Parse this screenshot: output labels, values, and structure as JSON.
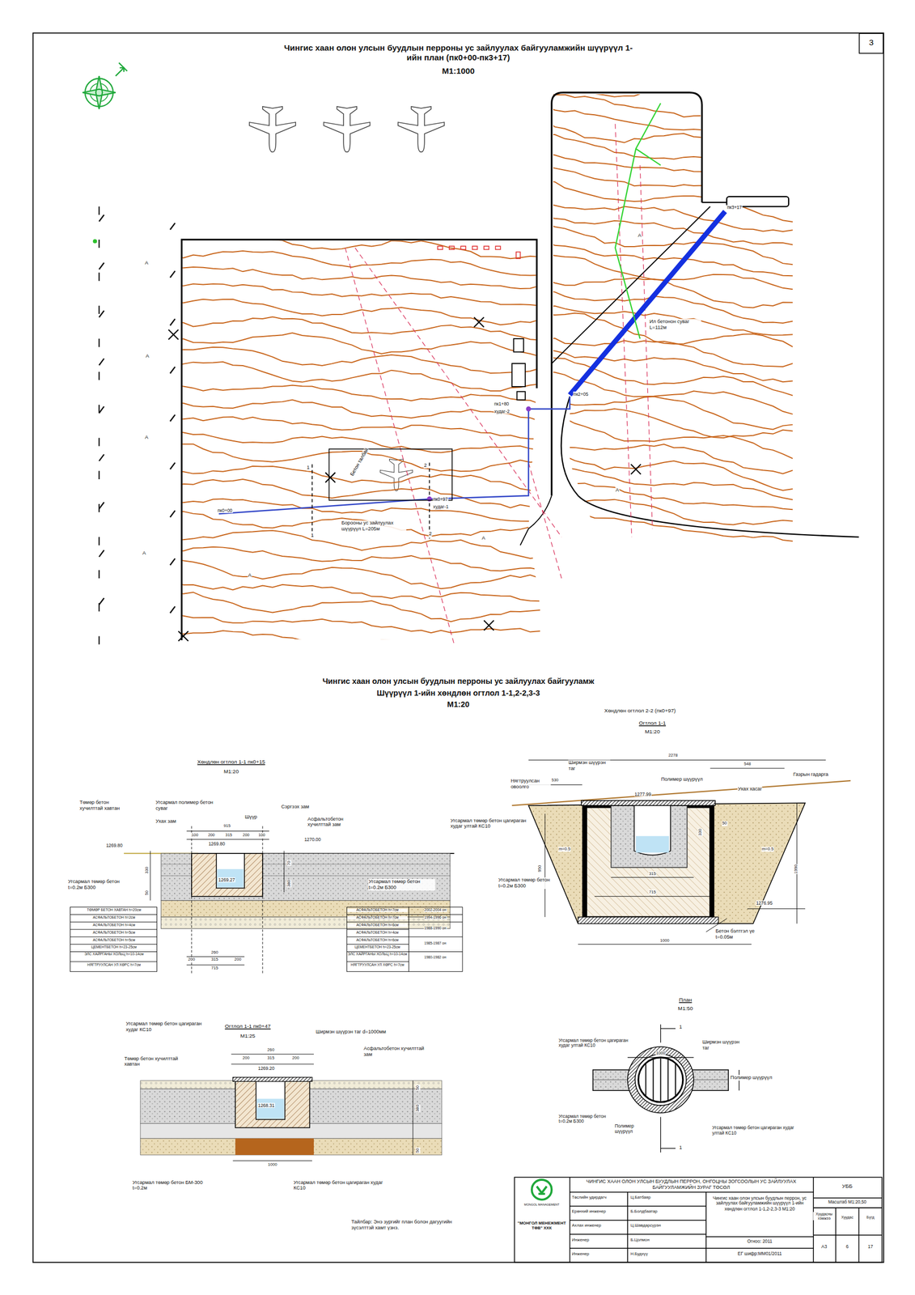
{
  "diagram": {
    "title": "Чингис хаан олон улсын буудлын перроны ус зайлуулах байгууламжийн шүүрүүл 1-ийн план (пк0+00-пк3+17)",
    "nodes": [
      {
        "text": [
          "3"
        ]
      },
      {
        "text": [
          "Бетон талбай"
        ]
      }
    ],
    "labels": [
      "М1:1000",
      "пк0+00",
      "Борооны ус зайлуулах шүүрүүл L=205м",
      "пк0+97",
      "худаг-1",
      "1",
      "1",
      "2",
      "2",
      "пк1+80",
      "худаг-2",
      "пк2+05",
      "пк3+17",
      "Ил бетонон суваг L=112м",
      "А",
      "А",
      "А",
      "А",
      "А",
      "А",
      "А",
      "А",
      "Чингис хаан олон улсын буудлын перроны ус зайлуулах байгууламж",
      "Шүүрүүл 1-ийн хөндлөн огтлол 1-1,2-2,3-3",
      "М1:20",
      "Хөндлөн огтлол 1-1 пк0+15",
      "М1:20",
      "Төмөр бетон хучилттай хавтан",
      "Угсармал полимер бетон суваг",
      "Сэргээх зам",
      "Ухах зам",
      "Шүүр",
      "Асфальтобетон хучилттай зам",
      "915",
      "100",
      "200",
      "315",
      "200",
      "100",
      "1269.80",
      "1269.80",
      "1270.00",
      "1269.27",
      "330",
      "50",
      "70",
      "380",
      "Угсармал төмөр бетон t=0.2м Б300",
      "Угсармал төмөр бетон t=0.2м Б300",
      "260",
      "200",
      "315",
      "200",
      "715",
      "ТӨМӨР БЕТОН ХАВТАН h=20см",
      "АСФАЛЬТОБЕТОН h=2см",
      "АСФАЛЬТОБЕТОН h=4см",
      "АСФАЛЬТОБЕТОН h=5см",
      "АСФАЛЬТОБЕТОН h=5см",
      "ЦЕМЕНТБЕТОН h=23-25см",
      "ЭЛС ХАЙРГАНЫ ХОЛЬЦ h=10-14см",
      "НЯГТРУУЛСАН УЛ ХӨРС h=7см",
      "АСФАЛЬТОБЕТОН h=7см",
      "АСФАЛЬТОБЕТОН h=7см",
      "АСФАЛЬТОБЕТОН h=6см",
      "АСФАЛЬТОБЕТОН h=4см",
      "АСФАЛЬТОБЕТОН h=6см",
      "ЦЕМЕНТБЕТОН h=23-25см",
      "ЭЛС ХАЙРГАНЫ ХОЛЬЦ h=10-14см",
      "НЯГТРУУЛСАН УЛ ХӨРС h=7см",
      "2002-2004 он",
      "1994-1996 он",
      "1988-1990 он",
      "1985-1987 он",
      "1980-1982 он",
      "Хөндлөн огтлол 2-2 (пк0+97)",
      "Огтлол 1-1",
      "М1:20",
      "2278",
      "530",
      "548",
      "Ширмэн шүүрэн таг",
      "Полимер шүүрүүл",
      "Нягтруулсан овоолго",
      "Ухах хасаг",
      "Газрын гадарга",
      "1277.99",
      "Угсармал төмөр бетон цагираган худаг ултай КС10",
      "Угсармал төмөр бетон t=0.2м Б300",
      "950",
      "1990",
      "1276.95",
      "Бетон бэлтгэл үе t=0.05м",
      "315",
      "715",
      "1000",
      "330",
      "m=0.5",
      "m=0.5",
      "50",
      "Огтлол 1-1 пк0+47",
      "М1:25",
      "Угсармал төмөр бетон цагираган худаг КС10",
      "Төмөр бетон хучилттай хавтан",
      "Ширмэн шүүрэн таг d=1000мм",
      "Асфальтобетон хучилттай зам",
      "260",
      "200",
      "315",
      "200",
      "1269.20",
      "1268.31",
      "380",
      "50",
      "50",
      "1000",
      "Угсармал төмөр бетон БМ-300 t=0.2м",
      "Угсармал төмөр бетон цагираган худаг КС10",
      "Тайлбар: Энэ зургийг план болон дагуугийн зүсэлттэй хамт үзнэ.",
      "План",
      "М1:50",
      "1",
      "1",
      "1000",
      "Ширмэн шүүрэн таг",
      "Угсармал төмөр бетон цагираган худаг ултай КС10",
      "Полимер шүүрүүл",
      "Угсармал төмөр бетон t=0.2м Б300",
      "Полимер шүүрүүл",
      "Угсармал төмөр бетон цагираган худаг ултай КС10",
      "ЧИНГИС ХААН ОЛОН УЛСЫН БУУДЛЫН ПЕРРОН, ОНГОЦНЫ ЗОГСООЛЫН УС ЗАЙЛУУЛАХ БАЙГУУЛАМЖИЙН ЗУРАГ ТӨСӨЛ",
      "УББ",
      "Масштаб М1:20,50",
      "Хуудасны хэмжээ",
      "Хуудас",
      "Бүгд",
      "А3",
      "6",
      "17",
      "Төслийн удирдагч",
      "Ц.Батбаяр",
      "Ерөнхий инженер",
      "Б.Болдбаатар",
      "Ахлах инженер",
      "Ц.Шавдарсүрэн",
      "Инженер",
      "Б.Цолмон",
      "Инженер",
      "Н.Будхүү",
      "MONGOL MANAGEMENT",
      "\"МОНГОЛ МЕНЕЖМЕНТ ТӨВ\" ХХК",
      "Чингис хаан олон улсын буудлын перрон, ус зайлуулах байгууламжийн шүүрүүл 1-ийн хөндлөн огтлол 1-1,2-2,3-3 М1:20",
      "Огноо: 2011",
      "ЕГ шифр:ММ01/2011"
    ]
  }
}
